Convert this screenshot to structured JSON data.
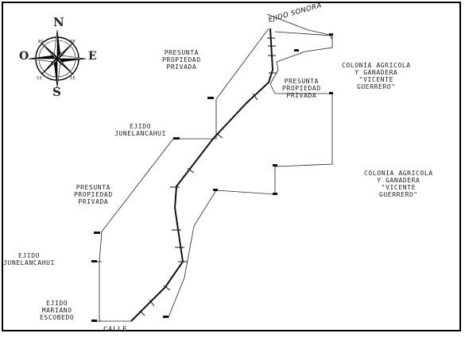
{
  "compass": {
    "n": "N",
    "s": "S",
    "e": "E",
    "o": "O",
    "ne": "NE",
    "no": "NO",
    "se": "SE",
    "so": "SO",
    "icon": "compass-rose-icon"
  },
  "labels": {
    "ejido_sonora": "EJIDO SONORA",
    "presunta_top": [
      "PRESUNTA",
      "PROPIEDAD",
      "PRIVADA"
    ],
    "presunta_mid": [
      "PRESUNTA",
      "PROPIEDAD",
      "PRIVADA"
    ],
    "presunta_left": [
      "PRESUNTA",
      "PROPIEDAD",
      "PRIVADA"
    ],
    "colonia_top": [
      "COLONIA AGRICOLA",
      "Y GANADERA",
      "\"VICENTE",
      "GUERRERO\""
    ],
    "colonia_right": [
      "COLONIA AGRICOLA",
      "Y GANADERA",
      "\"VICENTE",
      "GUERRERO\""
    ],
    "ejido_junelancahui_1": [
      "EJIDO",
      "JUNELANCAHUI"
    ],
    "ejido_junelancahui_2": [
      "EJIDO",
      "JUNELANCAHUI"
    ],
    "ejido_mariano": [
      "EJIDO",
      "MARIANO",
      "ESCOBEDO"
    ],
    "calle": "CALLE"
  }
}
